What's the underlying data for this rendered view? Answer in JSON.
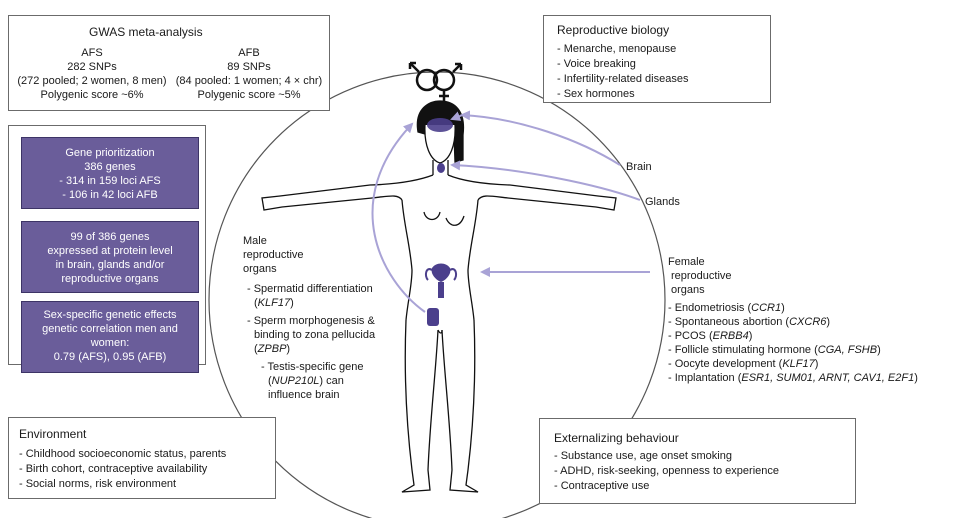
{
  "gwas": {
    "title": "GWAS meta-analysis",
    "afs": {
      "label": "AFS",
      "snps": "282 SNPs",
      "pooled": "(272 pooled; 2 women, 8 men)",
      "score": "Polygenic score ~6%"
    },
    "afb": {
      "label": "AFB",
      "snps": "89 SNPs",
      "pooled": "(84 pooled: 1 women; 4 × chr)",
      "score": "Polygenic score ~5%"
    }
  },
  "reproductive_biology": {
    "title": "Reproductive biology",
    "items": [
      "- Menarche, menopause",
      "- Voice breaking",
      "- Infertility-related diseases",
      "- Sex hormones"
    ]
  },
  "gene_prioritization": {
    "lines": [
      "Gene prioritization",
      "386 genes",
      "- 314 in 159 loci AFS",
      "- 106 in 42 loci AFB"
    ]
  },
  "protein_expression": {
    "lines": [
      "99 of 386 genes",
      "expressed at protein level",
      "in brain, glands and/or",
      "reproductive organs"
    ]
  },
  "sex_specific": {
    "lines": [
      "Sex-specific genetic effects",
      "genetic correlation men and",
      "women:",
      "0.79 (AFS), 0.95 (AFB)"
    ]
  },
  "environment": {
    "title": "Environment",
    "items": [
      "- Childhood socioeconomic status, parents",
      "- Birth cohort, contraceptive availability",
      "- Social norms, risk environment"
    ]
  },
  "externalizing": {
    "title": "Externalizing behaviour",
    "items": [
      "- Substance use, age onset smoking",
      "- ADHD, risk-seeking, openness to experience",
      "- Contraceptive use"
    ]
  },
  "labels": {
    "brain": "Brain",
    "glands": "Glands"
  },
  "male": {
    "heading": [
      "Male",
      "reproductive",
      "organs"
    ],
    "item1_pre": "- Spermatid differentiation",
    "item1_gene": "KLF17",
    "item2_lines": [
      "- Sperm morphogenesis &",
      "binding to zona pellucida"
    ],
    "item2_gene": "ZPBP",
    "item3_pre": "- Testis-specific gene",
    "item3_gene": "NUP210L",
    "item3_post": [
      "can",
      "influence brain"
    ]
  },
  "female": {
    "heading": [
      "Female",
      "reproductive",
      "organs"
    ],
    "items": [
      {
        "pre": "- Endometriosis (",
        "genes": "CCR1",
        "post": ")"
      },
      {
        "pre": "- Spontaneous abortion (",
        "genes": "CXCR6",
        "post": ")"
      },
      {
        "pre": "- PCOS (",
        "genes": "ERBB4",
        "post": ")"
      },
      {
        "pre": "- Follicle stimulating hormone (",
        "genes": "CGA, FSHB",
        "post": ")"
      },
      {
        "pre": "- Oocyte development (",
        "genes": "KLF17",
        "post": ")"
      },
      {
        "pre": "- Implantation (",
        "genes": "ESR1, SUM01, ARNT, CAV1, E2F1",
        "post": ")"
      }
    ]
  },
  "colors": {
    "accent_purple": "#6a5d9a",
    "arrow_lavender": "#a9a3d6",
    "organ_purple": "#4b3f8c"
  }
}
